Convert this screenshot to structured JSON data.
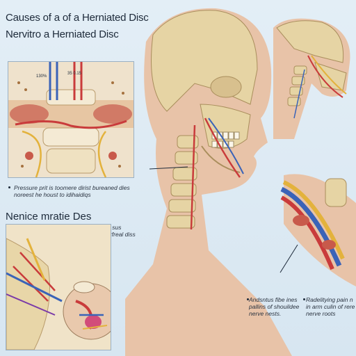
{
  "title_line1": "Causes of a of a Herniated Disc",
  "title_line2": "Nervitro a Herniated Disc",
  "inset1_labels": {
    "left": "130%",
    "right": "35 0.15"
  },
  "caption_left": "Pressure prit is toomere dirist bureaned dies\nnoreest he houst to idihaidiqs",
  "section_title": "Nenice mratie Des",
  "caption_mid": "Presus vu mnilis sus\npod sveisussire rfreal diss",
  "caption_bottom_right1": "Andsntus fibe ines\npallins of shouildee\nnerve nests.",
  "caption_bottom_right2": "Radelitying pain n\nin arm culin of rere\nnerve roots",
  "colors": {
    "bone": "#e8d6a8",
    "skin": "#e8c3a8",
    "nerve_red": "#c93b3b",
    "nerve_yellow": "#e3b23c",
    "nerve_blue": "#3a63b8",
    "background": "#dbe9f3"
  }
}
